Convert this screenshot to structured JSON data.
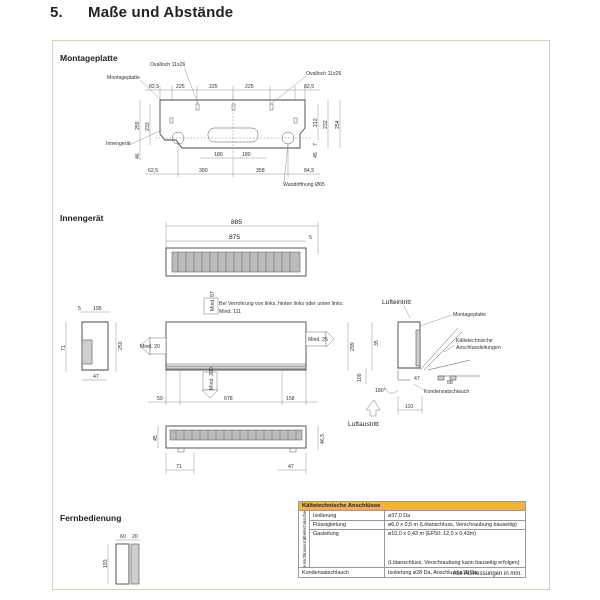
{
  "heading": {
    "number": "5.",
    "title": "Maße und Abstände"
  },
  "sections": {
    "montageplatte": "Montageplatte",
    "innengeraet": "Innengerät",
    "fernbedienung": "Fernbedienung"
  },
  "mp_labels": {
    "ovalloch_left": "Ovalloch 11x26",
    "ovalloch_right": "Ovalloch 11x26",
    "montageplatte": "Montageplatte",
    "innengeraet": "Innengerät",
    "wandoeffnung": "Wandöffnung Ø65"
  },
  "mp_dims": {
    "top_825_left": "82,5",
    "top_225_a": "225",
    "top_225_b": "225",
    "top_225_c": "225",
    "top_825_right": "82,5",
    "left_255": "255",
    "left_233": "233",
    "left_46": "46",
    "mid_180_a": "180",
    "mid_180_b": "180",
    "bot_625": "62,5",
    "bot_380": "380",
    "bot_358": "358",
    "bot_845": "84,5",
    "right_254": "254",
    "right_232": "232",
    "right_212": "212",
    "right_7": "7",
    "right_45": "45"
  },
  "ig_dims": {
    "w_885": "885",
    "w_875": "875",
    "w_5": "5",
    "side_195": "195",
    "side_5": "5",
    "side_71": "71",
    "side_47": "47",
    "side_250": "250",
    "front_299": "299",
    "bot_59": "59",
    "bot_678": "678",
    "bot_158": "158",
    "low_45": "45",
    "low_465": "46,5",
    "low_71": "71",
    "low_47": "47",
    "r_180": "180°",
    "r_100": "100",
    "r_47": "47",
    "r_58": "58",
    "r_110": "110",
    "r_35": "35"
  },
  "ig_labels": {
    "note_line1": "Bei Verrohrung von links, hinten links oder unten links:",
    "note_line2": "Mind. 111",
    "mind_top": "Mind. 57",
    "mind_left": "Mind. 20",
    "mind_right": "Mind. 25",
    "mind_bottom": "Mind. 200",
    "lufteintritt": "Lufteintritt",
    "luftaustritt": "Luftaustritt",
    "montageplatte": "Montageplatte",
    "kaelte_line1": "Kältetechnische",
    "kaelte_line2": "Anschlussleitungen",
    "kondensat": "Kondensatschlauch"
  },
  "fb_dims": {
    "w_60": "60",
    "h_193": "193",
    "d_20": "20"
  },
  "table": {
    "header": "Kältetechnische Anschlüsse",
    "side_label_1": "Kältetechnische",
    "side_label_2": "Anschlüsse",
    "rows": [
      {
        "key": "Isolierung",
        "value": "ø37,0 Da"
      },
      {
        "key": "Flüssigleitung",
        "value": "ø6,0 x 0,5 m (Lötanschluss, Verschraubung bauseitig)"
      },
      {
        "key": "Gasleitung",
        "value": "ø10,0 x 0,43 m (EF50: 12,0 x 0,43m)",
        "value2": "(Lötanschluss, Verschraubung kann bauseitig erfolgen)"
      }
    ],
    "kondensat_key": "Kondensatschlauch",
    "kondensat_value": "Isolierung ø28 Da, Anschluss ø16 Da"
  },
  "footnote": "Alle Abmessungen in mm.",
  "colors": {
    "table_header": "#f3b23a",
    "frame": "#d9cfbf"
  }
}
